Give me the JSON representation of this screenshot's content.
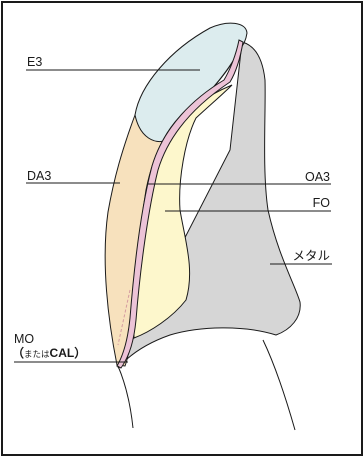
{
  "colors": {
    "enamel": "#dcecee",
    "dentin": "#f7e1bd",
    "opaque_dentin": "#fdf7cc",
    "opaque_layer": "#ecc3d7",
    "metal": "#d6d6d6",
    "outline": "#1a1a1a"
  },
  "labels": {
    "e3": "E3",
    "da3": "DA3",
    "oa3": "OA3",
    "fo": "FO",
    "metal": "メタル",
    "mo": "MO",
    "mo_paren_open": "（",
    "mo_alt_small": "または",
    "mo_alt": "CAL）"
  }
}
